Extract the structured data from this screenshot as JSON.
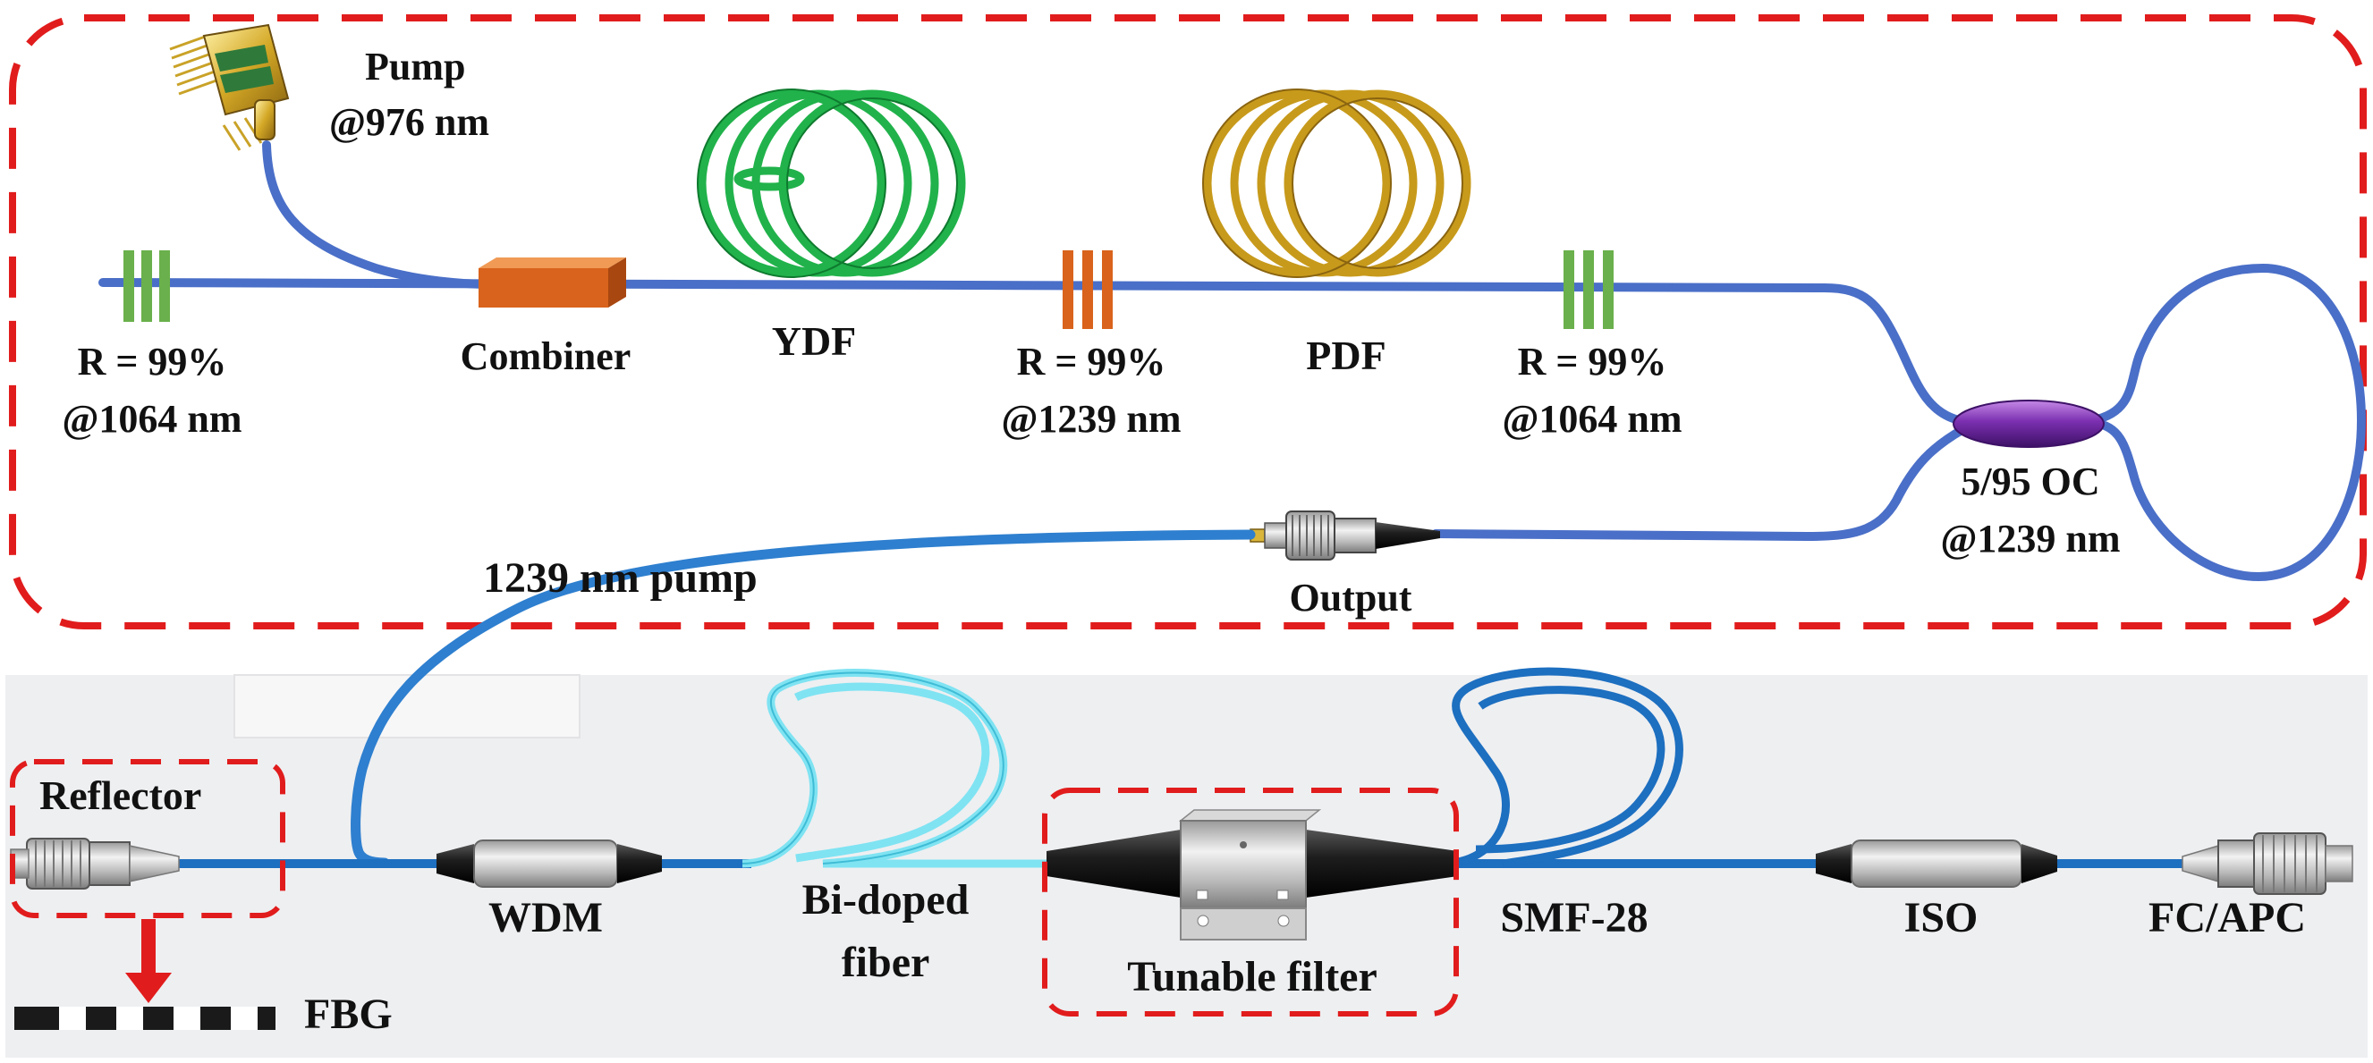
{
  "colors": {
    "frame_dash": "#e11c1c",
    "fiber_blue": "#4a6fc8",
    "bottom_panel": "#eeeff1",
    "fbg_green": "#6ab04c",
    "fbg_orange": "#d9631c",
    "ydf_green": "#21b24b",
    "pdf_gold": "#c79a1b",
    "combiner_orange": "#d9631c",
    "coupler_purple": "#7b2fb0",
    "bidoped_cyan": "#7fe3f2",
    "smf_blue": "#1d6fc0"
  },
  "top": {
    "pump": {
      "title": "Pump",
      "wavelength": "@976 nm"
    },
    "fbg_left": {
      "reflectivity": "R = 99%",
      "wavelength": "@1064 nm"
    },
    "combiner": {
      "label": "Combiner"
    },
    "ydf": {
      "label": "YDF"
    },
    "fbg_mid": {
      "reflectivity": "R = 99%",
      "wavelength": "@1239 nm"
    },
    "pdf": {
      "label": "PDF"
    },
    "fbg_right": {
      "reflectivity": "R = 99%",
      "wavelength": "@1064 nm"
    },
    "coupler": {
      "ratio": "5/95 OC",
      "wavelength": "@1239 nm"
    },
    "output": {
      "label": "Output"
    }
  },
  "link": {
    "label": "1239 nm pump"
  },
  "bottom": {
    "reflector": {
      "label": "Reflector"
    },
    "fbg": {
      "label": "FBG"
    },
    "wdm": {
      "label": "WDM"
    },
    "bidoped": {
      "line1": "Bi-doped",
      "line2": "fiber"
    },
    "filter": {
      "label": "Tunable filter"
    },
    "smf": {
      "label": "SMF-28"
    },
    "iso": {
      "label": "ISO"
    },
    "fcapc": {
      "label": "FC/APC"
    }
  }
}
